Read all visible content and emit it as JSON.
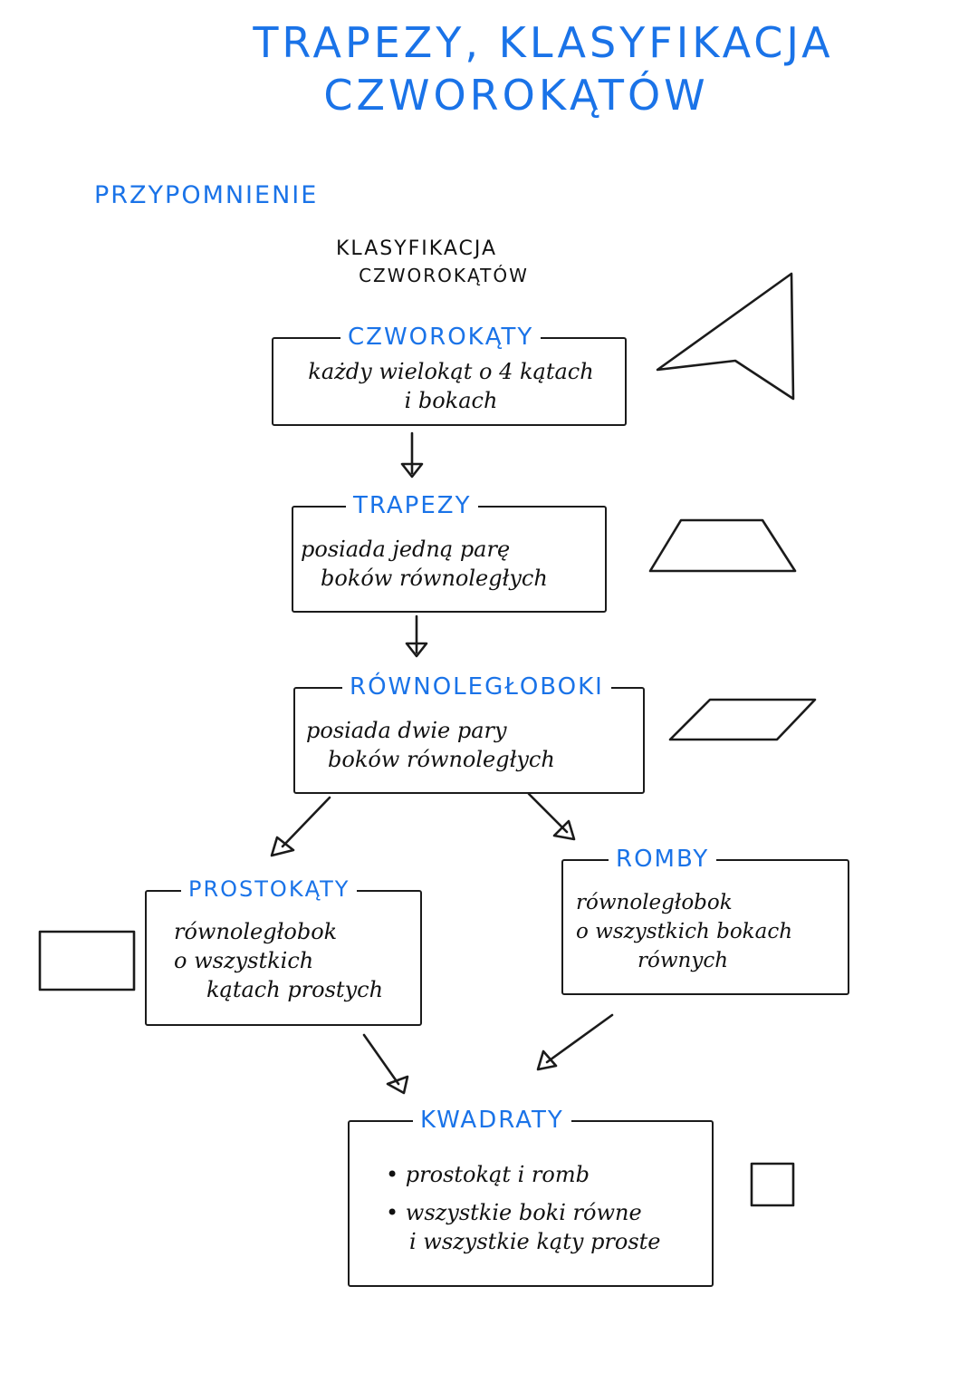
{
  "title": {
    "line1": "TRAPEZY, KLASYFIKACJA",
    "line2": "CZWOROKĄTÓW"
  },
  "section_label": "PRZYPOMNIENIE",
  "diagram_heading": {
    "line1": "KLASYFIKACJA",
    "line2": "CZWOROKĄTÓW"
  },
  "nodes": {
    "czworokaty": {
      "title": "CZWOROKĄTY",
      "lines": [
        "każdy wielokąt o 4 kątach",
        "i bokach"
      ]
    },
    "trapezy": {
      "title": "TRAPEZY",
      "lines": [
        "posiada jedną parę",
        "boków równoległych"
      ]
    },
    "rownoleglboki": {
      "title": "RÓWNOLEGŁOBOKI",
      "lines": [
        "posiada dwie pary",
        "boków równoległych"
      ]
    },
    "prostokaty": {
      "title": "PROSTOKĄTY",
      "lines": [
        "równoległobok",
        "o wszystkich",
        "kątach prostych"
      ]
    },
    "romby": {
      "title": "ROMBY",
      "lines": [
        "równoległobok",
        "o wszystkich bokach",
        "równych"
      ]
    },
    "kwadraty": {
      "title": "KWADRATY",
      "lines": [
        "• prostokąt i romb",
        "• wszystkie boki równe",
        "i wszystkie kąty proste"
      ]
    }
  },
  "colors": {
    "accent": "#1a73e8",
    "ink": "#1b1b1b"
  },
  "icons": [
    "concave-quadrilateral-icon",
    "trapezoid-icon",
    "parallelogram-icon",
    "rectangle-icon",
    "square-icon"
  ]
}
